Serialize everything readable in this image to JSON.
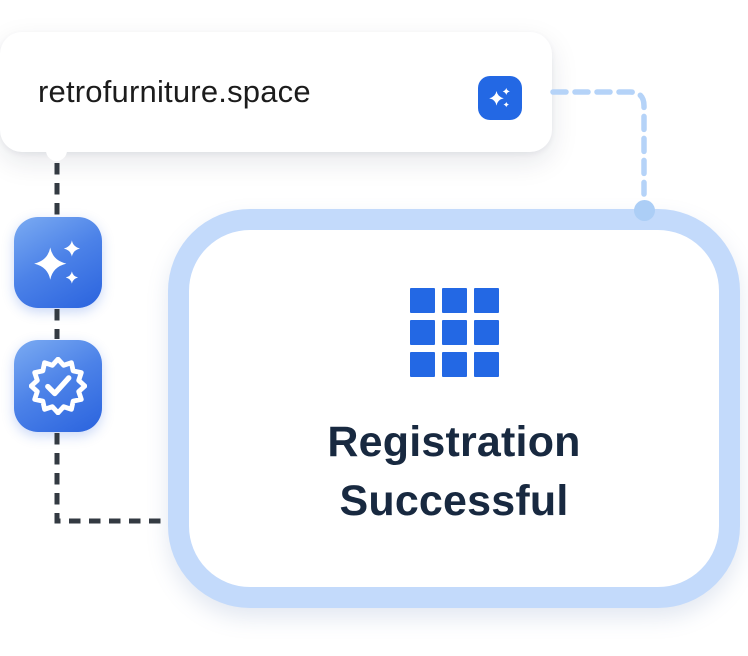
{
  "domain_card": {
    "domain_text": "retrofurniture.space",
    "action_icon": "sparkles-icon"
  },
  "workflow_tiles": {
    "tile1_icon": "sparkles-icon",
    "tile2_icon": "verified-badge-icon"
  },
  "result_card": {
    "icon": "grid-icon",
    "title": "Registration Successful"
  },
  "connectors": {
    "left_style": "dark-dashed",
    "right_style": "light-blue-dashed",
    "right_endpoint": "dot-on-card-border"
  },
  "colors": {
    "accent_blue": "#2368e4",
    "tile_gradient_start": "#7babf2",
    "tile_gradient_end": "#2a63de",
    "result_card_border": "#c3dafb",
    "connector_dark": "#333a42",
    "connector_light": "#b5d3f8",
    "endpoint_dot": "#accef6",
    "title_navy": "#182940",
    "domain_text_color": "#1c1c1c",
    "background": "#ffffff"
  }
}
